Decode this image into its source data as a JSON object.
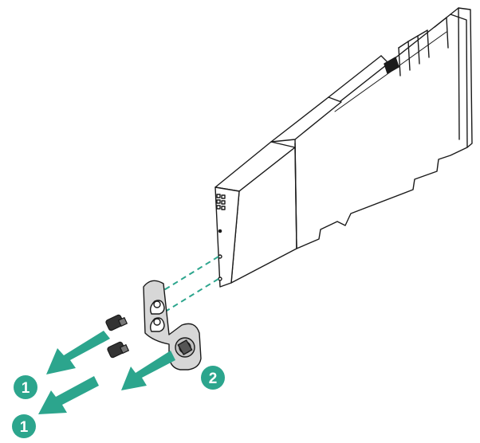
{
  "colors": {
    "arrow": "#2ca58d",
    "dashed_guide": "#2ca58d",
    "callout_fill": "#2ca58d",
    "callout_text": "#ffffff",
    "line": "#1a1a1a",
    "fill": "#ffffff"
  },
  "callouts": [
    {
      "label": "1"
    },
    {
      "label": "1"
    },
    {
      "label": "2"
    }
  ],
  "icons": [
    "expansion-card",
    "retaining-bracket",
    "screw",
    "removal-arrow",
    "alignment-guide"
  ]
}
